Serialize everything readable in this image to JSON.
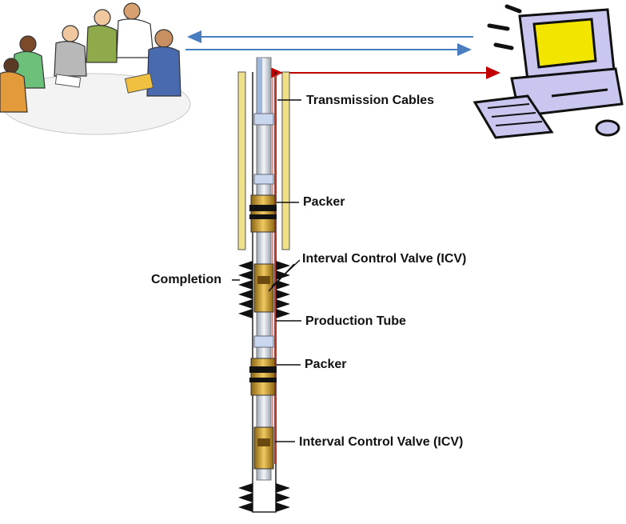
{
  "labels": {
    "transmission_cables": "Transmission Cables",
    "packer_upper": "Packer",
    "icv_upper": "Interval Control Valve (ICV)",
    "completion": "Completion",
    "production_tube": "Production Tube",
    "packer_lower": "Packer",
    "icv_lower": "Interval Control Valve (ICV)"
  },
  "icons": [
    "meeting-team-icon",
    "computer-workstation-icon"
  ],
  "colors": {
    "data_link_arrow": "#4a7cc0",
    "cable_arrow": "#c00000",
    "cable": "#c0392b",
    "casing": "#f0e08a",
    "valve": "#c99a2e",
    "monitor_screen": "#f2e500",
    "computer_body": "#c9c6ef"
  }
}
